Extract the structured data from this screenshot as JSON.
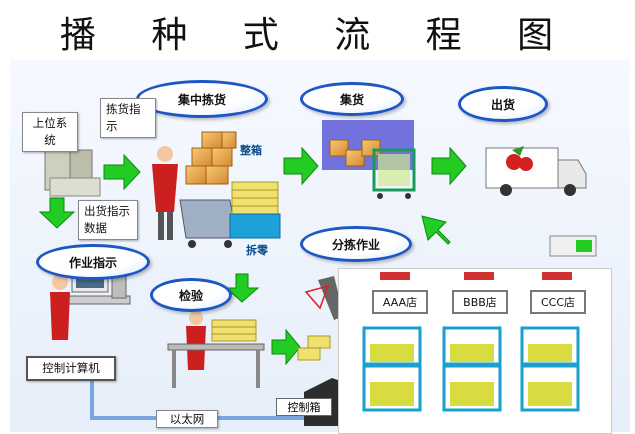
{
  "title": "播 种 式 流 程 图",
  "labels": {
    "pick": "集中拣货",
    "collect": "集货",
    "ship": "出货",
    "sort": "分拣作业",
    "instr": "作业指示",
    "inspect": "检验",
    "host": "上位系统",
    "pick_list": "拣货指示",
    "ship_data": "出货指示数据",
    "computer": "控制计算机",
    "ethernet": "以太网",
    "control_box": "控制箱",
    "whole_box": "整箱",
    "loose": "拆零",
    "store_a": "AAA店",
    "store_b": "BBB店",
    "store_c": "CCC店"
  }
}
